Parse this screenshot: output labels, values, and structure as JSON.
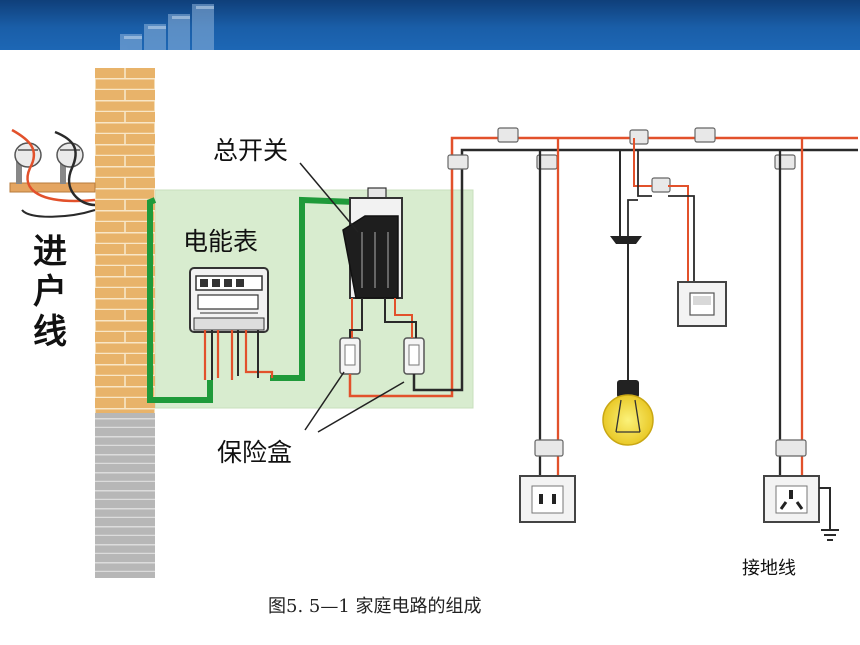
{
  "labels": {
    "service_entry": "进户线",
    "main_switch": "总开关",
    "meter": "电能表",
    "fuse_box": "保险盒",
    "ground_wire": "接地线"
  },
  "caption": "图5. 5—1   家庭电路的组成",
  "colors": {
    "header": "#1a5ea8",
    "brick": "#e8b36a",
    "brick_lower": "#b9b9b9",
    "panel": "#d8eccf",
    "live_wire": "#e2512b",
    "neutral_wire": "#2a2a2a",
    "ground_wire_color": "#1f9a3a",
    "bulb": "#f4e23a"
  }
}
